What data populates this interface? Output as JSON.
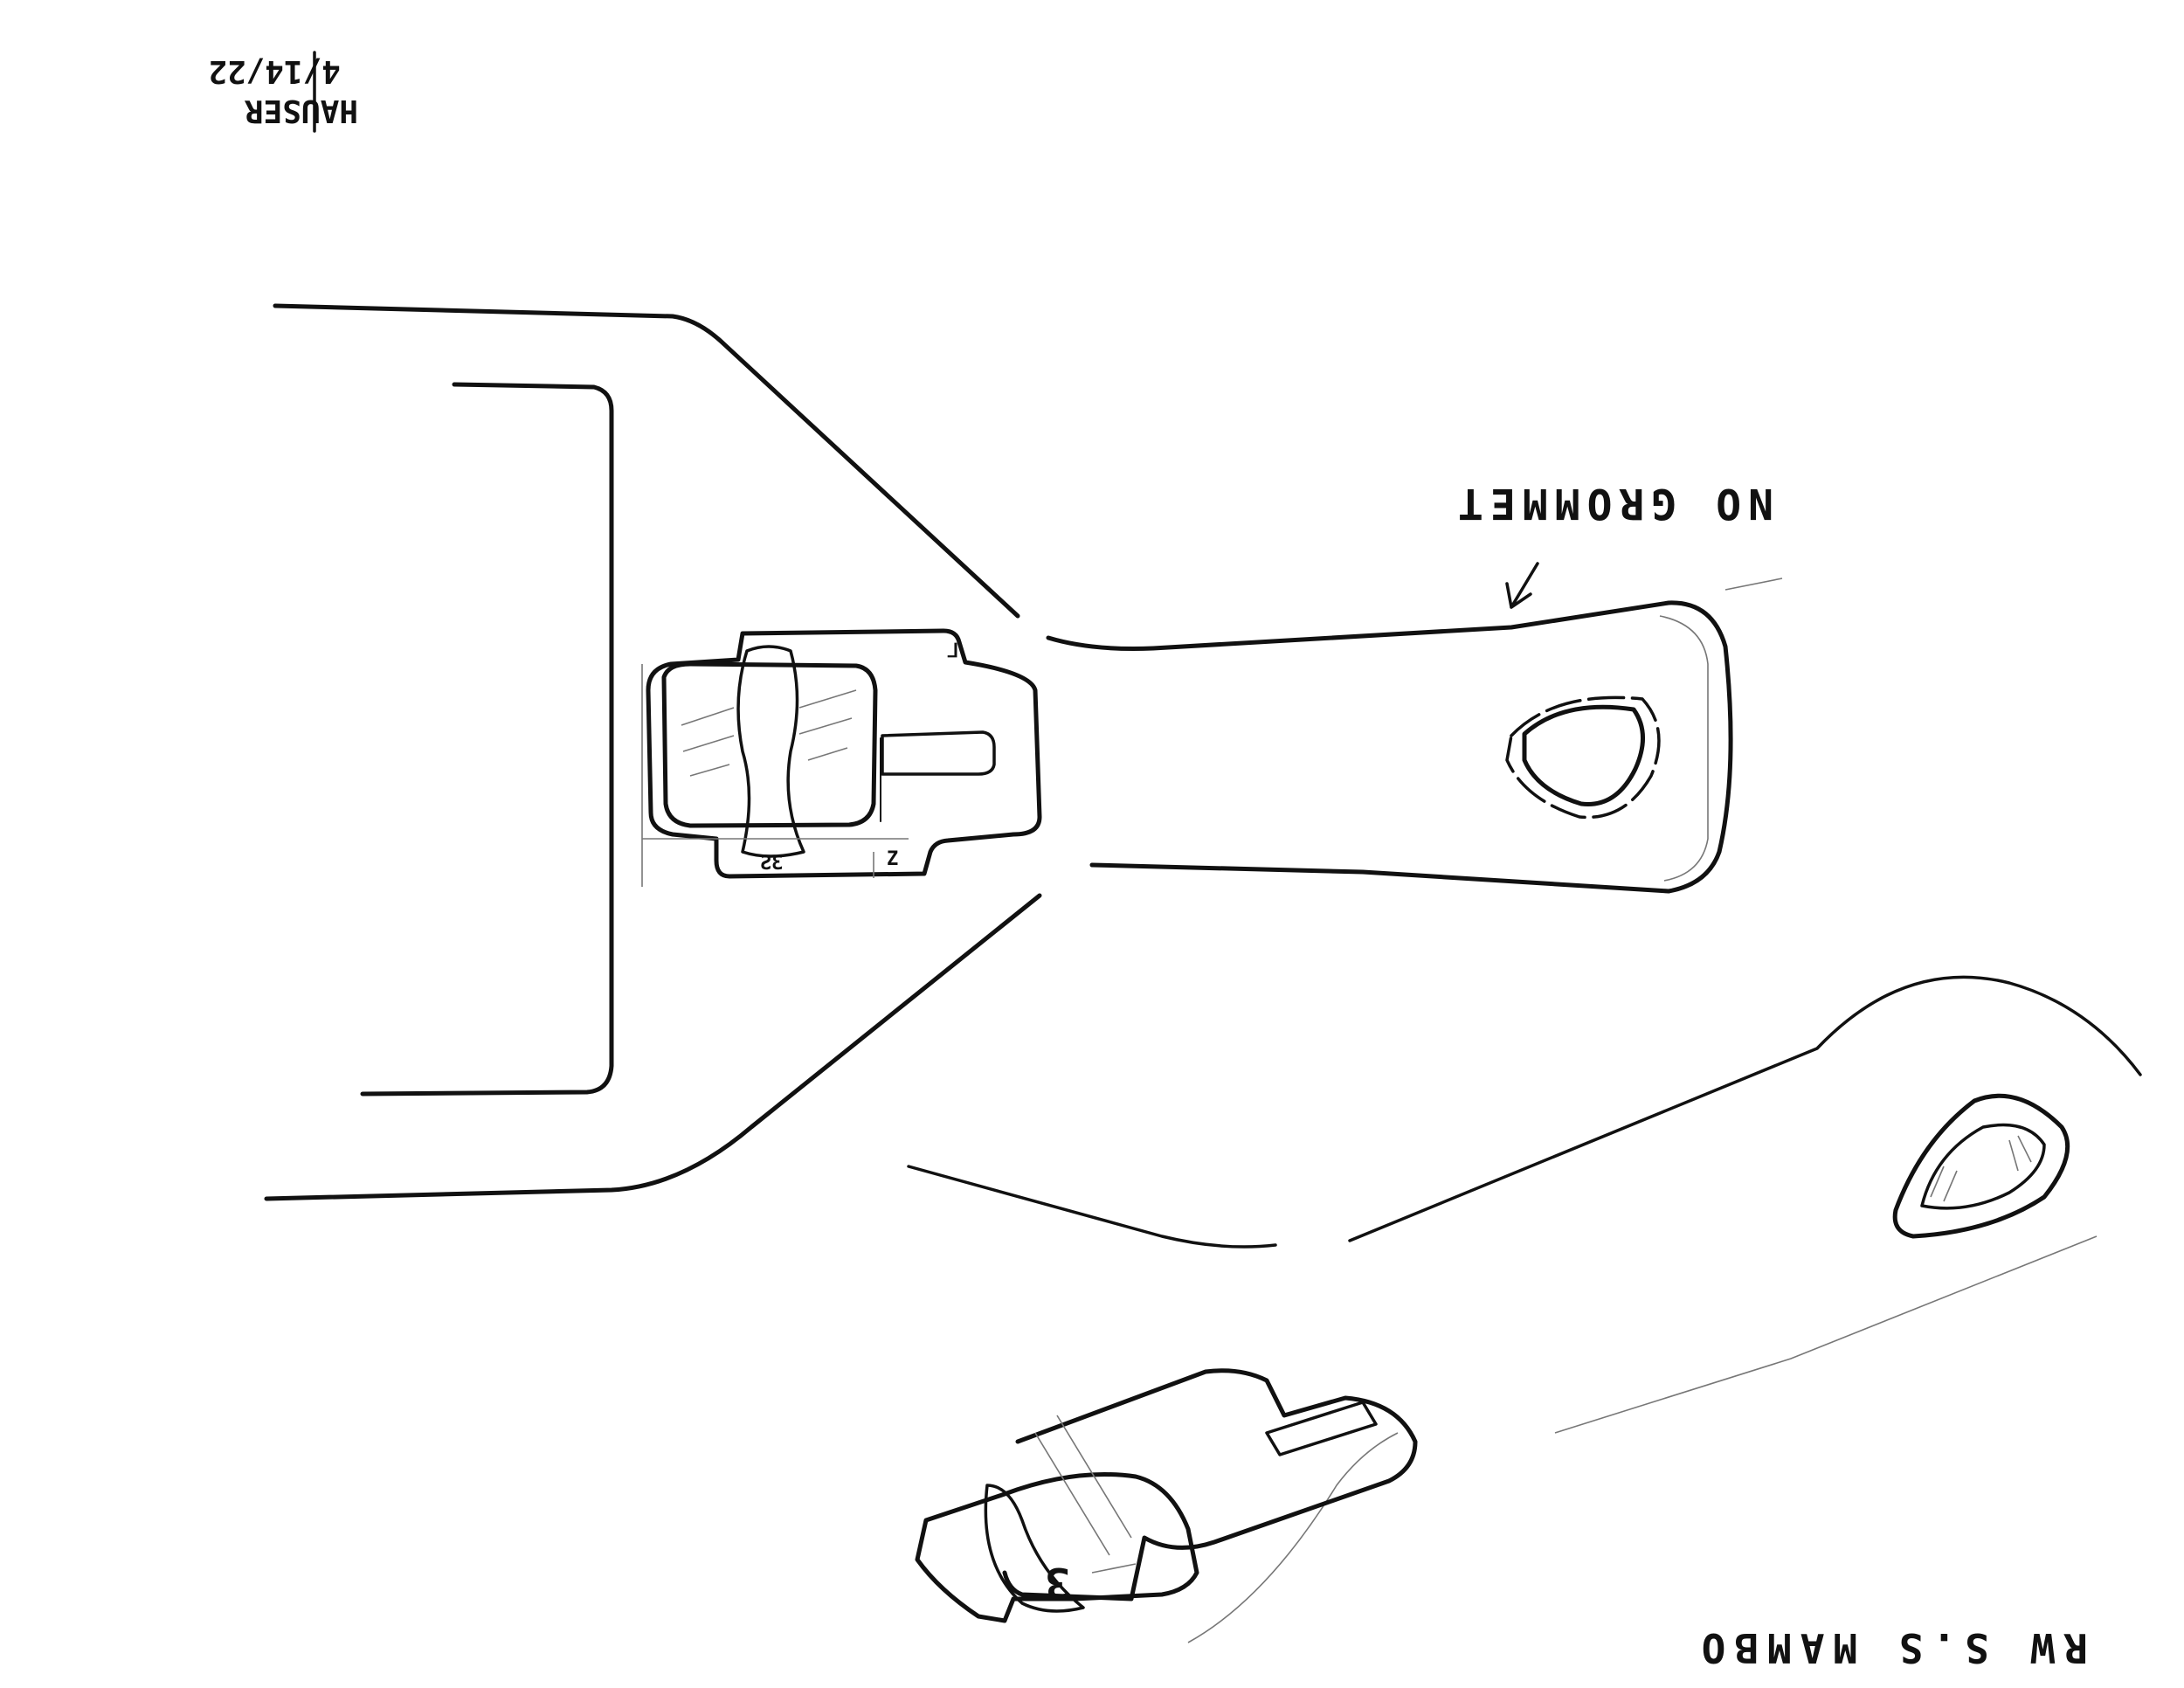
{
  "sheet": {
    "signature": "HAUSER",
    "date": "4/14/22",
    "annotation_main": "NO GROMMET",
    "annotation_bottom": "RW S.S MAMBO",
    "page_number": "3"
  }
}
